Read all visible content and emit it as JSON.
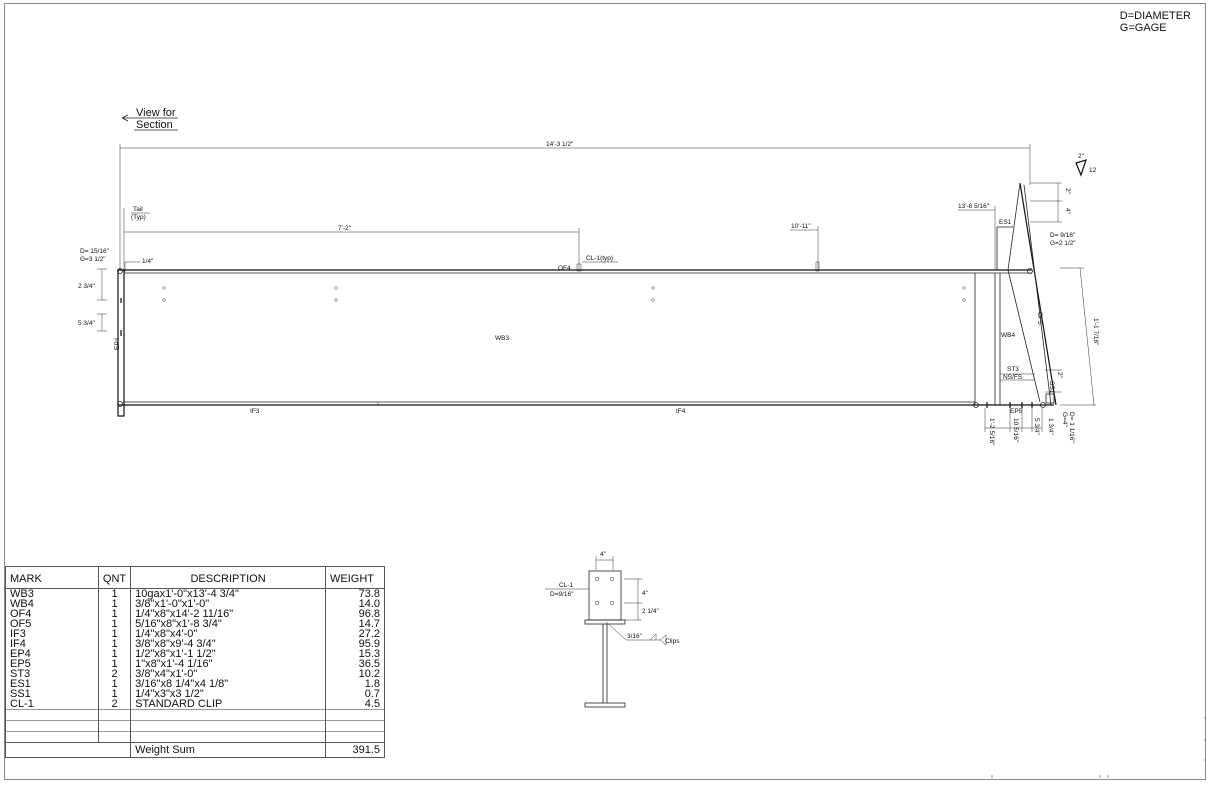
{
  "legend": {
    "line1": "D=DIAMETER",
    "line2": "G=GAGE"
  },
  "view": {
    "line1": "View for",
    "line2": "Section"
  },
  "dims": {
    "overall": "14'-3 1/2\"",
    "tail": "Tail",
    "typ": "(Typ)",
    "d1": "7'-2\"",
    "d2": "10'-11\"",
    "d3": "13'-8 5/16\"",
    "cl_typ": "CL-1(typ)",
    "quarter": "1/4\"",
    "hole_left_d": "D= 15/16\"",
    "hole_left_g": "G=3 1/2\"",
    "v1": "2 3/4\"",
    "v2": "5 3/4\"",
    "slope_rise": "2\"",
    "slope_run": "12",
    "right_2": "2\"",
    "right_4": "4\"",
    "hole_right_d": "D= 9/16\"",
    "hole_right_g": "G=2 1/2\"",
    "right_height": "1'-1 7/16\"",
    "small_2": "2\"",
    "b1": "1'-2 5/16\"",
    "b2": "10 5/16\"",
    "b3": "5 3/4\"",
    "b4": "1 3/4\"",
    "hole_bot_d": "D= 1 1/16\"",
    "hole_bot_g": "G=4\""
  },
  "marks": {
    "wb3": "WB3",
    "wb4": "WB4",
    "of4": "OF4",
    "of5": "OF5",
    "if3": "IF3",
    "if4": "IF4",
    "ep4": "EP4",
    "ep5": "EP5",
    "es1": "ES1",
    "ss1": "SS1",
    "st3": "ST3",
    "nsfs": "NS/FS"
  },
  "clip": {
    "w": "4\"",
    "h1": "4\"",
    "h2": "2 1/4\"",
    "label": "CL-1",
    "d": "D=9/16\"",
    "weld": "3/16\"",
    "clips": "Clips"
  },
  "bom": {
    "headers": [
      "MARK",
      "QNT",
      "DESCRIPTION",
      "WEIGHT"
    ],
    "rows": [
      [
        "WB3",
        "1",
        "10gax1'-0\"x13'-4 3/4\"",
        "73.8"
      ],
      [
        "WB4",
        "1",
        "3/8\"x1'-0\"x1'-0\"",
        "14.0"
      ],
      [
        "OF4",
        "1",
        "1/4\"x8\"x14'-2 11/16\"",
        "96.8"
      ],
      [
        "OF5",
        "1",
        "5/16\"x8\"x1'-8 3/4\"",
        "14.7"
      ],
      [
        "IF3",
        "1",
        "1/4\"x8\"x4'-0\"",
        "27.2"
      ],
      [
        "IF4",
        "1",
        "3/8\"x8\"x9'-4 3/4\"",
        "95.9"
      ],
      [
        "EP4",
        "1",
        "1/2\"x8\"x1'-1 1/2\"",
        "15.3"
      ],
      [
        "EP5",
        "1",
        "1\"x8\"x1'-4 1/16\"",
        "36.5"
      ],
      [
        "ST3",
        "2",
        "3/8\"x4\"x1'-0\"",
        "10.2"
      ],
      [
        "ES1",
        "1",
        "3/16\"x8 1/4\"x4 1/8\"",
        "1.8"
      ],
      [
        "SS1",
        "1",
        "1/4\"x3\"x3 1/2\"",
        "0.7"
      ],
      [
        "CL-1",
        "2",
        "STANDARD CLIP",
        "4.5"
      ]
    ],
    "sum_label": "Weight Sum",
    "sum_value": "391.5"
  }
}
